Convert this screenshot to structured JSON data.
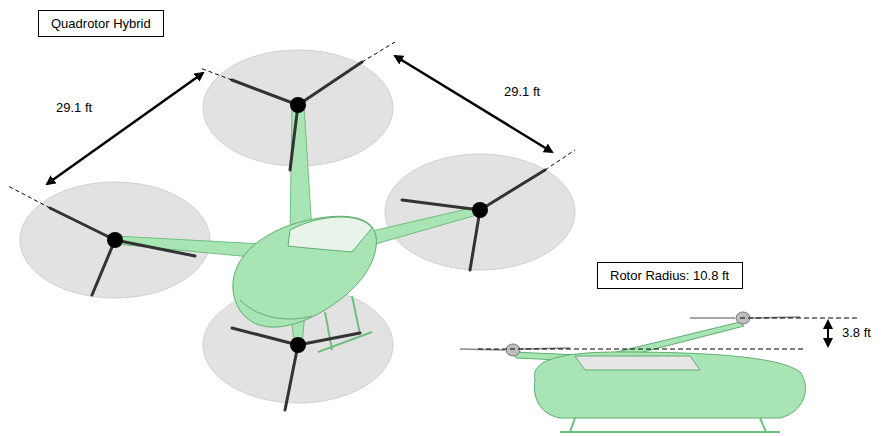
{
  "diagram": {
    "nodes": [
      {
        "text": [
          "Quadrotor Hybrid"
        ]
      },
      {
        "text": [
          "Rotor Radius: 10.8 ft"
        ]
      }
    ],
    "labels": [
      "29.1 ft",
      "29.1 ft",
      "3.8 ft"
    ]
  }
}
